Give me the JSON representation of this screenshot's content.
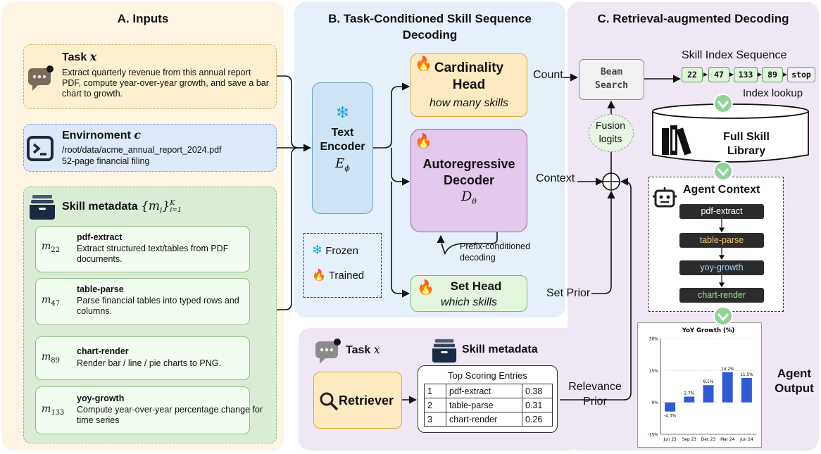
{
  "panels": {
    "a_title": "A. Inputs",
    "b_title_l1": "B. Task-Conditioned Skill Sequence",
    "b_title_l2": "Decoding",
    "c_title": "C. Retrieval-augmented Decoding"
  },
  "task": {
    "label": "Task",
    "symbol": "x",
    "text": "Extract quarterly revenue from this annual report PDF, compute year-over-year growth, and save a bar chart to growth."
  },
  "environment": {
    "label": "Envirnoment",
    "symbol": "c",
    "line1": "/root/data/acme_annual_report_2024.pdf",
    "line2": "52-page financial filing"
  },
  "skill_metadata": {
    "label": "Skill metadata",
    "notation": "{m_i}_{i=1}^K",
    "items": [
      {
        "symbol": "m",
        "sub": "22",
        "name": "pdf-extract",
        "desc": "Extract structured text/tables from PDF documents."
      },
      {
        "symbol": "m",
        "sub": "47",
        "name": "table-parse",
        "desc": "Parse financial tables into typed rows and columns."
      },
      {
        "symbol": "m",
        "sub": "89",
        "name": "chart-render",
        "desc": "Render bar / line / pie charts to PNG."
      },
      {
        "symbol": "m",
        "sub": "133",
        "name": "yoy-growth",
        "desc": "Compute year-over-year percentage change for time series"
      }
    ]
  },
  "encoder": {
    "l1": "Text",
    "l2": "Encoder",
    "sym": "E",
    "sub": "ϕ"
  },
  "cardinality": {
    "l1": "Cardinality",
    "l2": "Head",
    "sub": "how many skills"
  },
  "decoder": {
    "l1": "Autoregressive",
    "l2": "Decoder",
    "sym": "D",
    "sub": "θ"
  },
  "set_head": {
    "l1": "Set Head",
    "sub": "which skills"
  },
  "prefix_note": {
    "l1": "Prefix-conditioned",
    "l2": "decoding"
  },
  "legend": {
    "frozen": "Frozen",
    "trained": "Trained"
  },
  "edges": {
    "count": "Count",
    "context": "Context",
    "set_prior": "Set Prior",
    "relevance_l1": "Relevance",
    "relevance_l2": "Prior",
    "index_lookup": "Index lookup"
  },
  "beam": {
    "l1": "Beam",
    "l2": "Search"
  },
  "fusion": {
    "l1": "Fusion",
    "l2": "logits"
  },
  "skill_index": {
    "title": "Skill Index Sequence",
    "items": [
      "22",
      "47",
      "133",
      "89",
      "stop"
    ]
  },
  "library": {
    "l1": "Full Skill",
    "l2": "Library"
  },
  "agent_context": {
    "title": "Agent Context",
    "items": [
      "pdf-extract",
      "table-parse",
      "yoy-growth",
      "chart-render"
    ]
  },
  "retrieval": {
    "task_label": "Task",
    "task_sym": "x",
    "meta_label": "Skill metadata",
    "retriever": "Retriever",
    "table_title": "Top Scoring Entries",
    "rows": [
      {
        "rank": "1",
        "name": "pdf-extract",
        "score": "0.38"
      },
      {
        "rank": "2",
        "name": "table-parse",
        "score": "0.31"
      },
      {
        "rank": "3",
        "name": "chart-render",
        "score": "0.26"
      }
    ]
  },
  "agent_output": {
    "l1": "Agent",
    "l2": "Output"
  },
  "chart_data": {
    "type": "bar",
    "title": "YoY Growth (%)",
    "categories": [
      "Jun 23",
      "Sep 23",
      "Dec 23",
      "Mar 24",
      "Jun 24"
    ],
    "values": [
      -4.3,
      2.7,
      8.1,
      14.2,
      11.5
    ],
    "value_labels": [
      "-4.3%",
      "2.7%",
      "8.1%",
      "14.2%",
      "11.5%"
    ],
    "yticks": [
      -15,
      0,
      15,
      30
    ],
    "ytick_labels": [
      "-15%",
      "0%",
      "15%",
      "30%"
    ],
    "ylim": [
      -15,
      30
    ],
    "bar_color": "#2f5bd6"
  },
  "colors": {
    "inputs_bg": "#fdf4e4",
    "decoding_bg": "#e6f0fb",
    "retrieval_bg": "#efe8f4",
    "task_bg": "#fdf0cf",
    "env_bg": "#dde8f8",
    "meta_bg": "#dbecd6",
    "encoder_bg": "#cfe5f5",
    "card_bg": "#feeac0",
    "decoder_bg": "#e2c8ea",
    "sethead_bg": "#e3f5dc"
  }
}
